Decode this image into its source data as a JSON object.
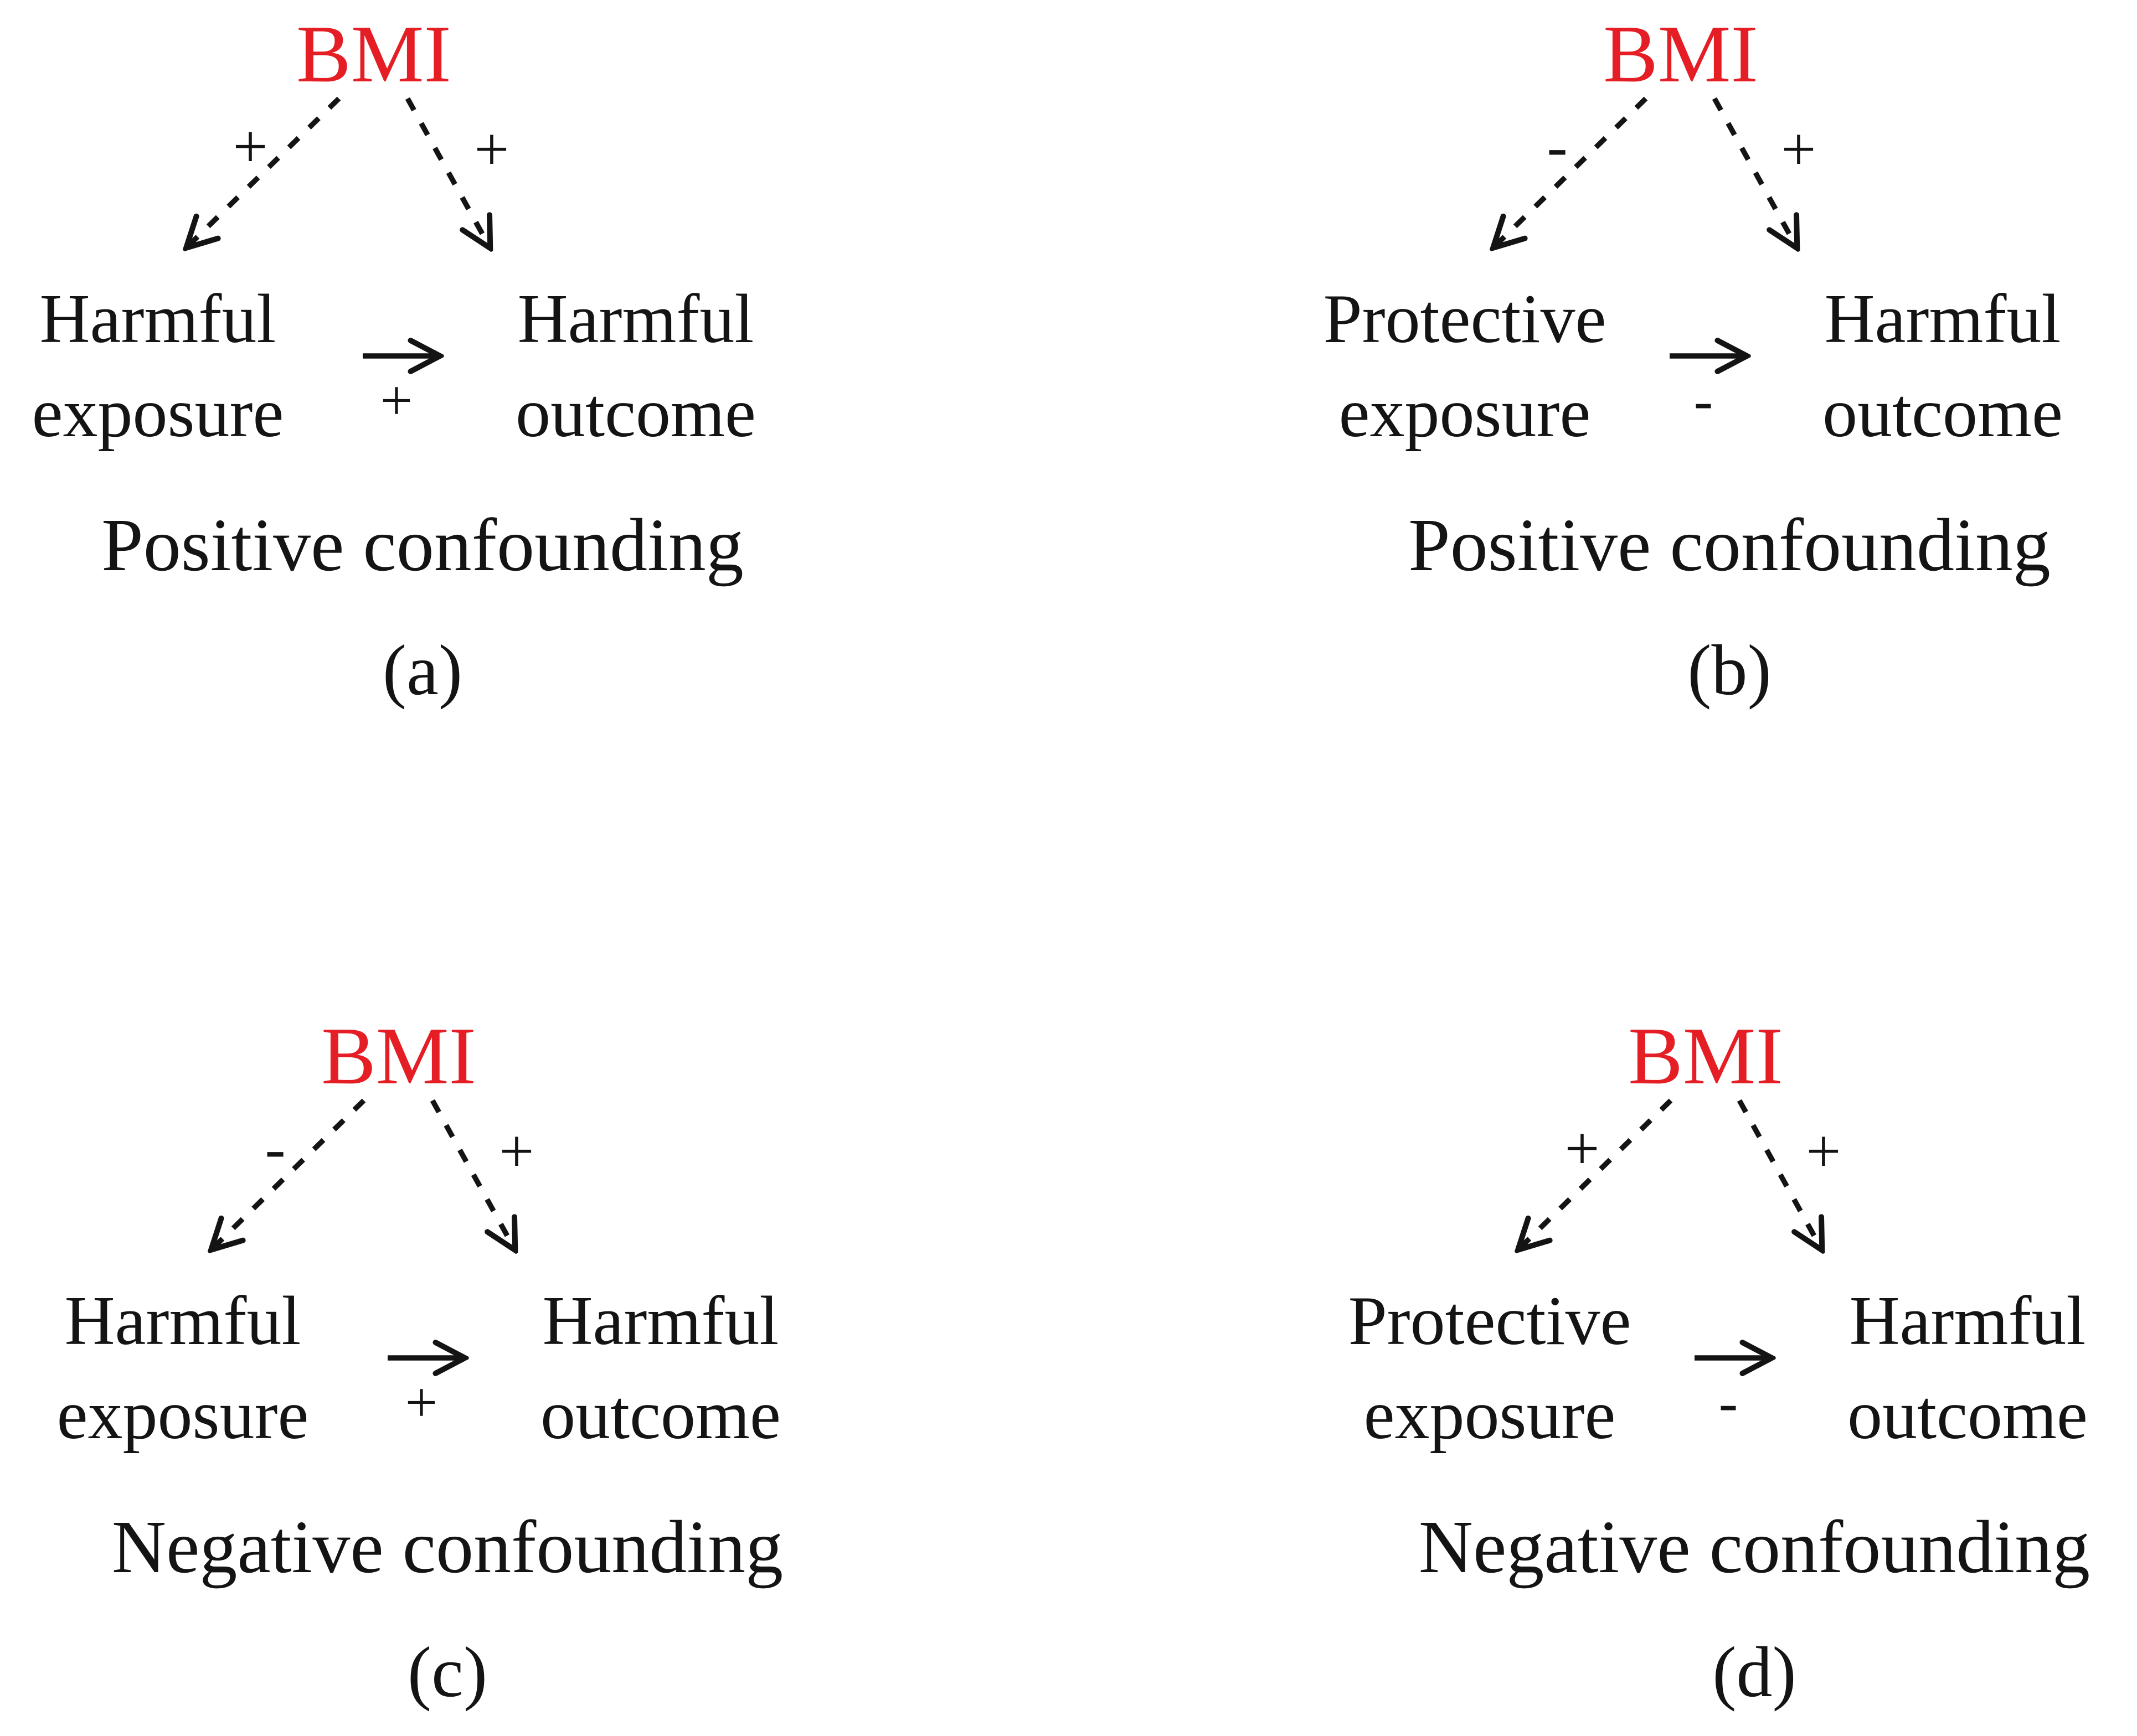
{
  "figure": {
    "confounder_color": "#e51d25",
    "text_color": "#141414",
    "background_color": "#ffffff"
  },
  "panels": [
    {
      "label": "(a)",
      "confounder": "BMI",
      "exposure": {
        "line1": "Harmful",
        "line2": "exposure"
      },
      "outcome": {
        "line1": "Harmful",
        "line2": "outcome"
      },
      "confounder_exposure_sign": "+",
      "confounder_outcome_sign": "+",
      "exposure_outcome_sign": "+",
      "caption": "Positive confounding"
    },
    {
      "label": "(b)",
      "confounder": "BMI",
      "exposure": {
        "line1": "Protective",
        "line2": "exposure"
      },
      "outcome": {
        "line1": "Harmful",
        "line2": "outcome"
      },
      "confounder_exposure_sign": "-",
      "confounder_outcome_sign": "+",
      "exposure_outcome_sign": "-",
      "caption": "Positive confounding"
    },
    {
      "label": "(c)",
      "confounder": "BMI",
      "exposure": {
        "line1": "Harmful",
        "line2": "exposure"
      },
      "outcome": {
        "line1": "Harmful",
        "line2": "outcome"
      },
      "confounder_exposure_sign": "-",
      "confounder_outcome_sign": "+",
      "exposure_outcome_sign": "+",
      "caption": "Negative confounding"
    },
    {
      "label": "(d)",
      "confounder": "BMI",
      "exposure": {
        "line1": "Protective",
        "line2": "exposure"
      },
      "outcome": {
        "line1": "Harmful",
        "line2": "outcome"
      },
      "confounder_exposure_sign": "+",
      "confounder_outcome_sign": "+",
      "exposure_outcome_sign": "-",
      "caption": "Negative confounding"
    }
  ]
}
